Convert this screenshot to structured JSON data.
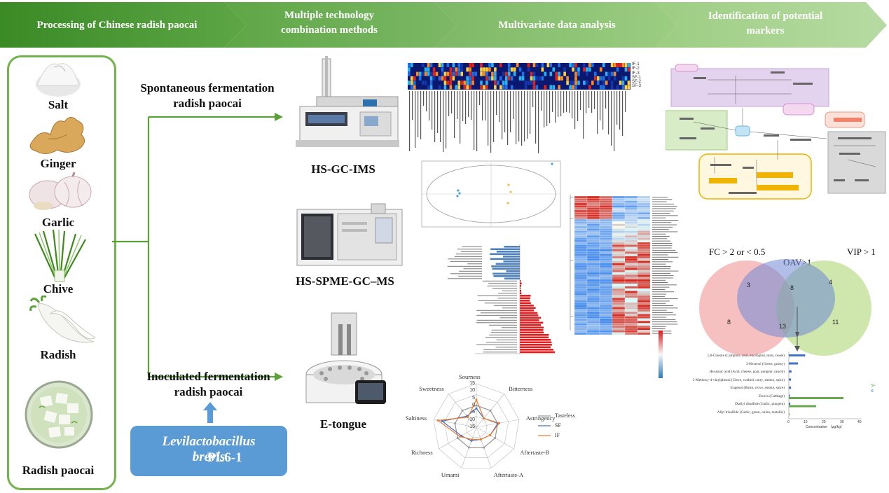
{
  "banner": {
    "steps": [
      {
        "label": "Processing of Chinese radish paocai"
      },
      {
        "label": "Multiple technology combination methods"
      },
      {
        "label": "Multivariate data analysis"
      },
      {
        "label": "Identification of potential markers"
      }
    ],
    "colors": {
      "dark": "#3f8f2a",
      "light": "#9ccd82"
    }
  },
  "ingredients": [
    {
      "label": "Salt",
      "icon": "salt-icon"
    },
    {
      "label": "Ginger",
      "icon": "ginger-icon"
    },
    {
      "label": "Garlic",
      "icon": "garlic-icon"
    },
    {
      "label": "Chive",
      "icon": "chive-icon"
    },
    {
      "label": "Radish",
      "icon": "radish-icon"
    },
    {
      "label": "Radish paocai",
      "icon": "paocai-jar-icon"
    }
  ],
  "fermentation": {
    "spontaneous": "Spontaneous fermentation radish paocai",
    "inoculated": "Inoculated fermentation radish paocai",
    "strain": "Levilactobacillus brevis",
    "strain_id": "PL6-1"
  },
  "instruments": [
    {
      "label": "HS-GC-IMS",
      "icon": "gc-ims-instrument-icon"
    },
    {
      "label": "HS-SPME-GC–MS",
      "icon": "gc-ms-instrument-icon"
    },
    {
      "label": "E-tongue",
      "icon": "e-tongue-instrument-icon"
    }
  ],
  "fingerprint": {
    "rows": [
      "IF-1",
      "IF-2",
      "IF-3",
      "SF-1",
      "SF-2",
      "SF-3"
    ]
  },
  "radar": {
    "axes": [
      "Sourness",
      "Bitterness",
      "Astringency",
      "Aftertaste-B",
      "Aftertaste-A",
      "Umami",
      "Richness",
      "Saltiness",
      "Sweetness"
    ],
    "ticks": [
      "15",
      "10",
      "5",
      "0",
      "-5",
      "-10",
      "-15"
    ],
    "legend": [
      "Tasteless",
      "SF",
      "IF"
    ],
    "colors": {
      "Tasteless": "#999999",
      "SF": "#4472c4",
      "IF": "#ed7d31"
    }
  },
  "venn": {
    "sets": [
      "FC > 2 or < 0.5",
      "OAV>1",
      "VIP > 1"
    ],
    "counts": [
      "3",
      "4",
      "8",
      "8",
      "13",
      "11"
    ]
  },
  "markers": {
    "compounds": [
      "1,8-Cineole (Camphor, cool, eucalyptol, mint, sweet)",
      "3-Hexenol (Green, grassy)",
      "Hexanoic acid (Acid, cheese, goat, pungent, rancid)",
      "2-Methoxy-4-vinylphenol (Clove, cooked, curry, smoke, spice)",
      "Eugenol (Burnt, clove, smoke, spice)",
      "Erucin (Cabbage)",
      "Diallyl disulfide (Garlic, pungent)",
      "Allyl trisulfide (Garlic, green, onion, metallic)"
    ],
    "legend": [
      "SF",
      "IF"
    ],
    "xlabel": "Concentration （μg/kg）",
    "xticks": [
      "0",
      "10",
      "20",
      "30",
      "40"
    ]
  }
}
